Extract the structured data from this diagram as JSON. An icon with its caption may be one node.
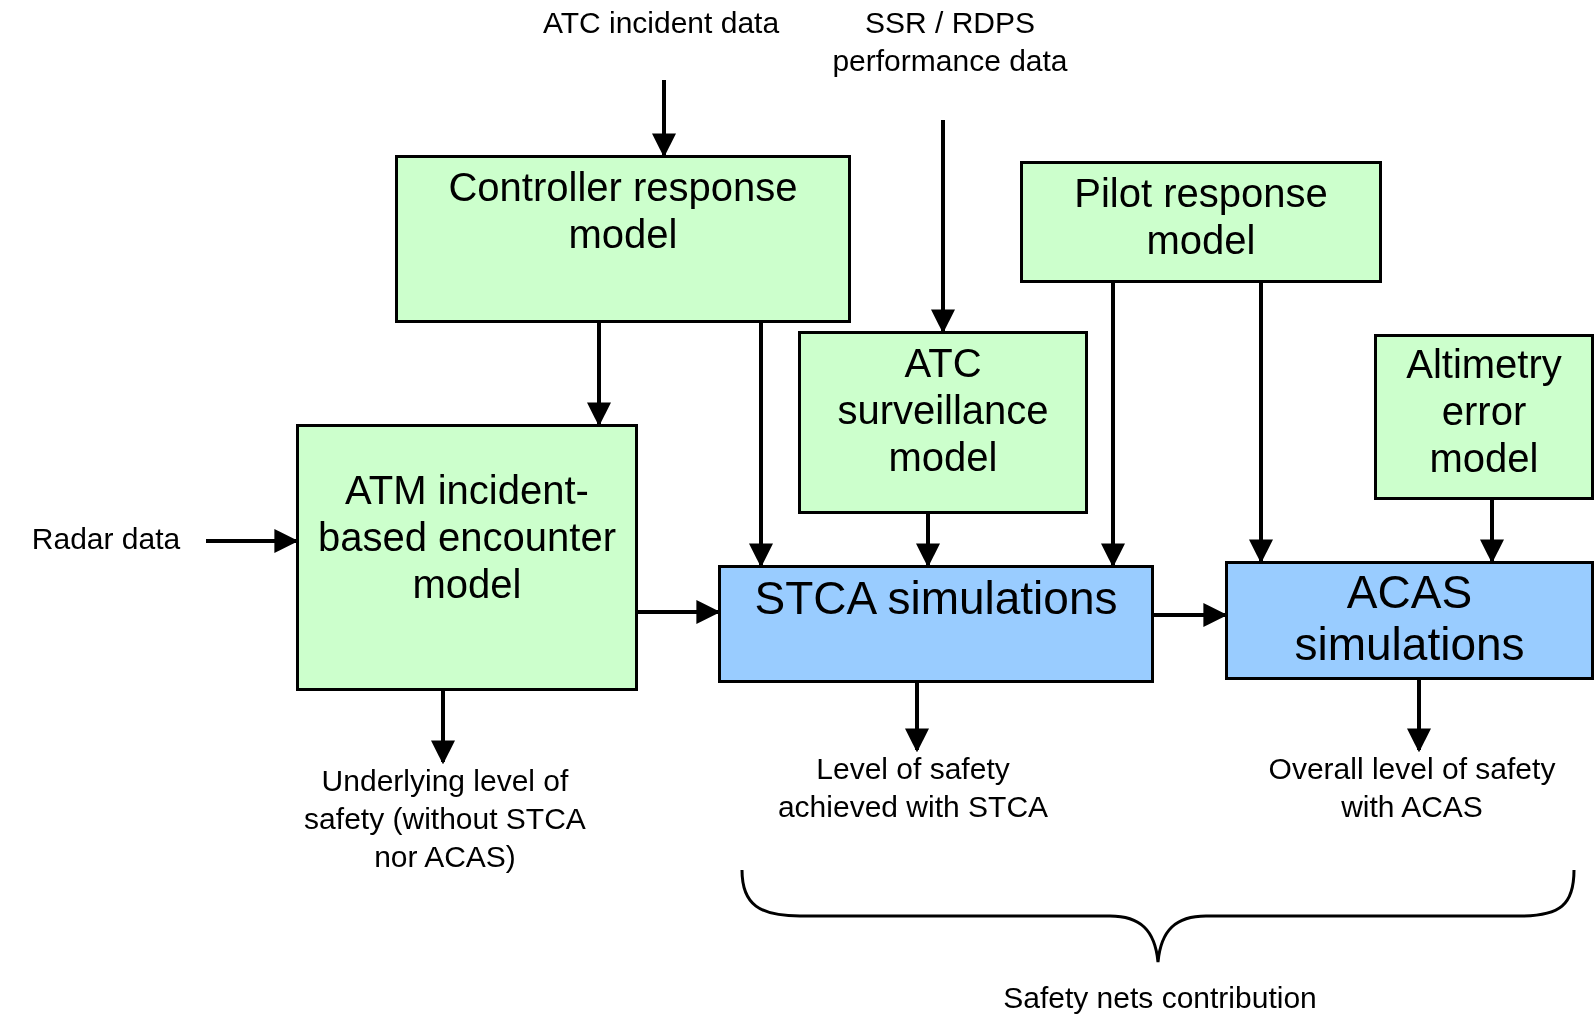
{
  "diagram": {
    "nodes": [
      {
        "text": [
          "ATC incident data"
        ]
      },
      {
        "text": [
          "SSR / RDPS performance data"
        ]
      },
      {
        "text": [
          "Controller response model"
        ]
      },
      {
        "text": [
          "Pilot response model"
        ]
      },
      {
        "text": [
          "ATC surveillance model"
        ]
      },
      {
        "text": [
          "Altimetry error model"
        ]
      },
      {
        "text": [
          "Radar data"
        ]
      },
      {
        "text": [
          "ATM incident-based encounter model"
        ]
      },
      {
        "text": [
          "STCA simulations"
        ]
      },
      {
        "text": [
          "ACAS simulations"
        ]
      },
      {
        "text": [
          "Underlying level of safety (without STCA nor ACAS)"
        ]
      },
      {
        "text": [
          "Level of safety achieved with STCA"
        ]
      },
      {
        "text": [
          "Overall level of safety with ACAS"
        ]
      }
    ],
    "edges": [
      {
        "from": 0,
        "to": 2,
        "arrow": "to"
      },
      {
        "from": 1,
        "to": 4,
        "arrow": "to"
      },
      {
        "from": 6,
        "to": 7,
        "arrow": "to"
      },
      {
        "from": 2,
        "to": 7,
        "arrow": "to"
      },
      {
        "from": 2,
        "to": 8,
        "arrow": "to"
      },
      {
        "from": 4,
        "to": 8,
        "arrow": "to"
      },
      {
        "from": 3,
        "to": 8,
        "arrow": "to"
      },
      {
        "from": 3,
        "to": 9,
        "arrow": "to"
      },
      {
        "from": 5,
        "to": 9,
        "arrow": "to"
      },
      {
        "from": 7,
        "to": 8,
        "arrow": "to"
      },
      {
        "from": 8,
        "to": 9,
        "arrow": "to"
      },
      {
        "from": 7,
        "to": 10,
        "arrow": "to"
      },
      {
        "from": 8,
        "to": 11,
        "arrow": "to"
      },
      {
        "from": 9,
        "to": 12,
        "arrow": "to"
      }
    ],
    "labels": [
      "Safety nets contribution"
    ]
  }
}
